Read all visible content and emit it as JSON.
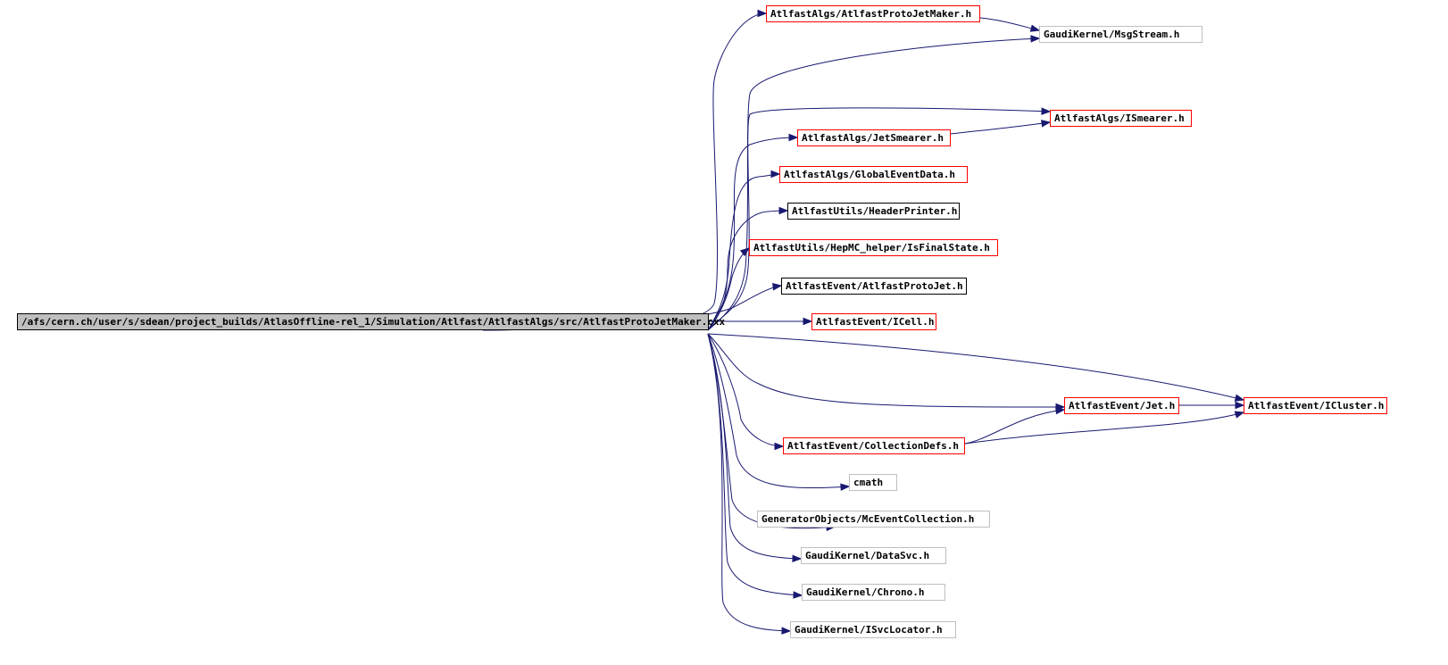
{
  "diagram": {
    "edge_color": "#191970",
    "border_colors": {
      "root": "#000000",
      "red": "#ff0000",
      "black": "#000000",
      "gray": "#bfbfbf"
    },
    "root": {
      "id": "root",
      "label": "/afs/cern.ch/user/s/sdean/project_builds/AtlasOffline-rel_1/Simulation/Atlfast/AtlfastAlgs/src/AtlfastProtoJetMaker.cxx",
      "style": "root"
    },
    "nodes": [
      {
        "id": "n1",
        "label": "AtlfastAlgs/AtlfastProtoJetMaker.h",
        "style": "red"
      },
      {
        "id": "n2",
        "label": "GaudiKernel/MsgStream.h",
        "style": "gray"
      },
      {
        "id": "n3",
        "label": "AtlfastAlgs/ISmearer.h",
        "style": "red"
      },
      {
        "id": "n4",
        "label": "AtlfastAlgs/JetSmearer.h",
        "style": "red"
      },
      {
        "id": "n5",
        "label": "AtlfastAlgs/GlobalEventData.h",
        "style": "red"
      },
      {
        "id": "n6",
        "label": "AtlfastUtils/HeaderPrinter.h",
        "style": "black"
      },
      {
        "id": "n7",
        "label": "AtlfastUtils/HepMC_helper/IsFinalState.h",
        "style": "red"
      },
      {
        "id": "n8",
        "label": "AtlfastEvent/AtlfastProtoJet.h",
        "style": "black"
      },
      {
        "id": "n9",
        "label": "AtlfastEvent/ICell.h",
        "style": "red"
      },
      {
        "id": "n10",
        "label": "AtlfastEvent/Jet.h",
        "style": "red"
      },
      {
        "id": "n11",
        "label": "AtlfastEvent/ICluster.h",
        "style": "red"
      },
      {
        "id": "n12",
        "label": "AtlfastEvent/CollectionDefs.h",
        "style": "red"
      },
      {
        "id": "n13",
        "label": "cmath",
        "style": "gray"
      },
      {
        "id": "n14",
        "label": "GeneratorObjects/McEventCollection.h",
        "style": "gray"
      },
      {
        "id": "n15",
        "label": "GaudiKernel/DataSvc.h",
        "style": "gray"
      },
      {
        "id": "n16",
        "label": "GaudiKernel/Chrono.h",
        "style": "gray"
      },
      {
        "id": "n17",
        "label": "GaudiKernel/ISvcLocator.h",
        "style": "gray"
      }
    ],
    "edges": [
      {
        "from": "root",
        "to": "n1"
      },
      {
        "from": "root",
        "to": "n2"
      },
      {
        "from": "root",
        "to": "n3"
      },
      {
        "from": "root",
        "to": "n4"
      },
      {
        "from": "root",
        "to": "n5"
      },
      {
        "from": "root",
        "to": "n6"
      },
      {
        "from": "root",
        "to": "n7"
      },
      {
        "from": "root",
        "to": "n8"
      },
      {
        "from": "root",
        "to": "n9"
      },
      {
        "from": "root",
        "to": "n11"
      },
      {
        "from": "root",
        "to": "n10"
      },
      {
        "from": "root",
        "to": "n12"
      },
      {
        "from": "root",
        "to": "n13"
      },
      {
        "from": "root",
        "to": "n14"
      },
      {
        "from": "root",
        "to": "n15"
      },
      {
        "from": "root",
        "to": "n16"
      },
      {
        "from": "root",
        "to": "n17"
      },
      {
        "from": "n1",
        "to": "n2"
      },
      {
        "from": "n4",
        "to": "n3"
      },
      {
        "from": "n10",
        "to": "n11"
      },
      {
        "from": "n12",
        "to": "n10"
      },
      {
        "from": "n12",
        "to": "n11"
      }
    ]
  }
}
